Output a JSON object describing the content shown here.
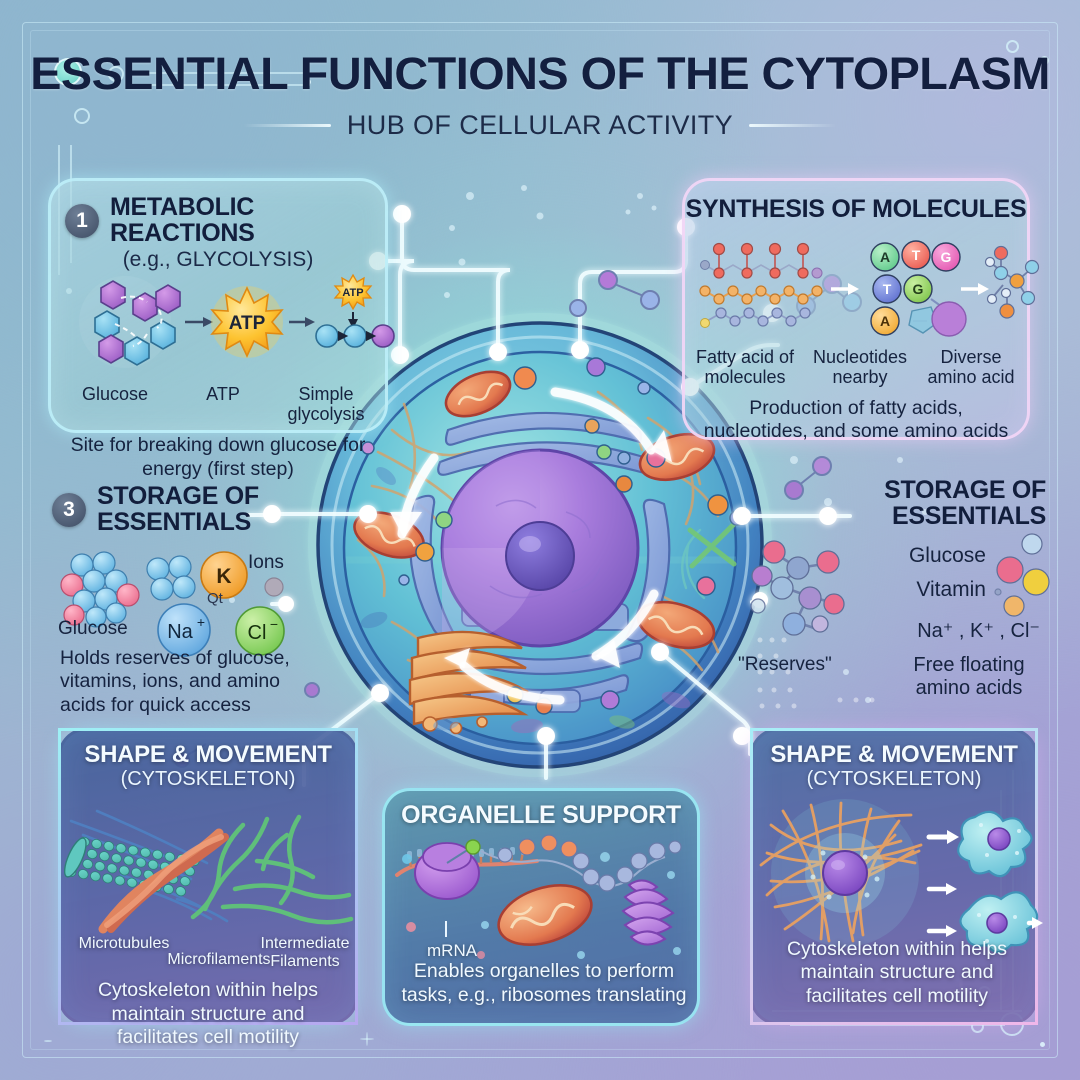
{
  "header": {
    "title": "ESSENTIAL FUNCTIONS OF THE CYTOPLASM",
    "subtitle": "HUB OF CELLULAR ACTIVITY"
  },
  "panels": {
    "metabolic": {
      "badge": "1",
      "title": "METABOLIC REACTIONS",
      "subtitle": "(e.g., GLYCOLYSIS)",
      "captions": [
        "Glucose",
        "ATP",
        "Simple glycolysis"
      ],
      "atp_label": "ATP",
      "atp_small_label": "ATP",
      "description": "Site for breaking down glucose for energy (first step)"
    },
    "synthesis": {
      "title": "SYNTHESIS OF MOLECULES",
      "captions": [
        "Fatty acid of molecules",
        "Nucleotides nearby",
        "Diverse amino acid"
      ],
      "bases": [
        "A",
        "T",
        "G",
        "T",
        "G",
        "A"
      ],
      "description": "Production of fatty acids, nucleotides, and some amino acids"
    },
    "storage_left": {
      "badge": "3",
      "title_line1": "STORAGE OF",
      "title_line2": "ESSENTIALS",
      "glucose_label": "Glucose",
      "ions_label": "Ions",
      "small_label": "Qt",
      "ion_k": "K",
      "ion_na": "Na",
      "ion_na_sup": "+",
      "ion_cl": "Cl",
      "ion_cl_sup": "−",
      "description": "Holds reserves of glucose, vitamins, ions, and amino acids for quick access"
    },
    "storage_right": {
      "title_line1": "STORAGE OF",
      "title_line2": "ESSENTIALS",
      "item_glucose": "Glucose",
      "item_vitamin": "Vitamin",
      "item_ions": "Na⁺ , K⁺ , Cl⁻",
      "reserves_label": "\"Reserves\"",
      "free_floating": "Free floating amino acids"
    },
    "cytoskeleton_left": {
      "title": "SHAPE & MOVEMENT",
      "subtitle": "(CYTOSKELETON)",
      "labels": [
        "Microtubules",
        "Microfilaments",
        "Intermediate Filaments"
      ],
      "description": "Cytoskeleton within helps maintain structure and facilitates cell motility"
    },
    "organelle": {
      "title": "ORGANELLE SUPPORT",
      "label_mrna": "mRNA",
      "description": "Enables organelles to perform tasks, e.g., ribosomes translating"
    },
    "cytoskeleton_right": {
      "title": "SHAPE & MOVEMENT",
      "subtitle": "(CYTOSKELETON)",
      "description": "Cytoskeleton within helps maintain structure and facilitates cell motility"
    }
  },
  "colors": {
    "title_navy": "#131f3f",
    "panel_border_cyan": "#bef0fa",
    "panel_border_pink": "#f3d6f6",
    "badge_slate": "#3e4c63",
    "atp_gold": "#f6b721",
    "glucose_purple": "#b06fd0",
    "glucose_blue": "#6fc3e8",
    "ion_k_orange": "#f0a83e",
    "ion_na_blue": "#76b8e8",
    "ion_cl_green": "#8fd070",
    "mito_orange": "#e8834f",
    "nucleus_purple": "#9b6fd4",
    "cytoskeleton_orange": "#e8a060"
  }
}
